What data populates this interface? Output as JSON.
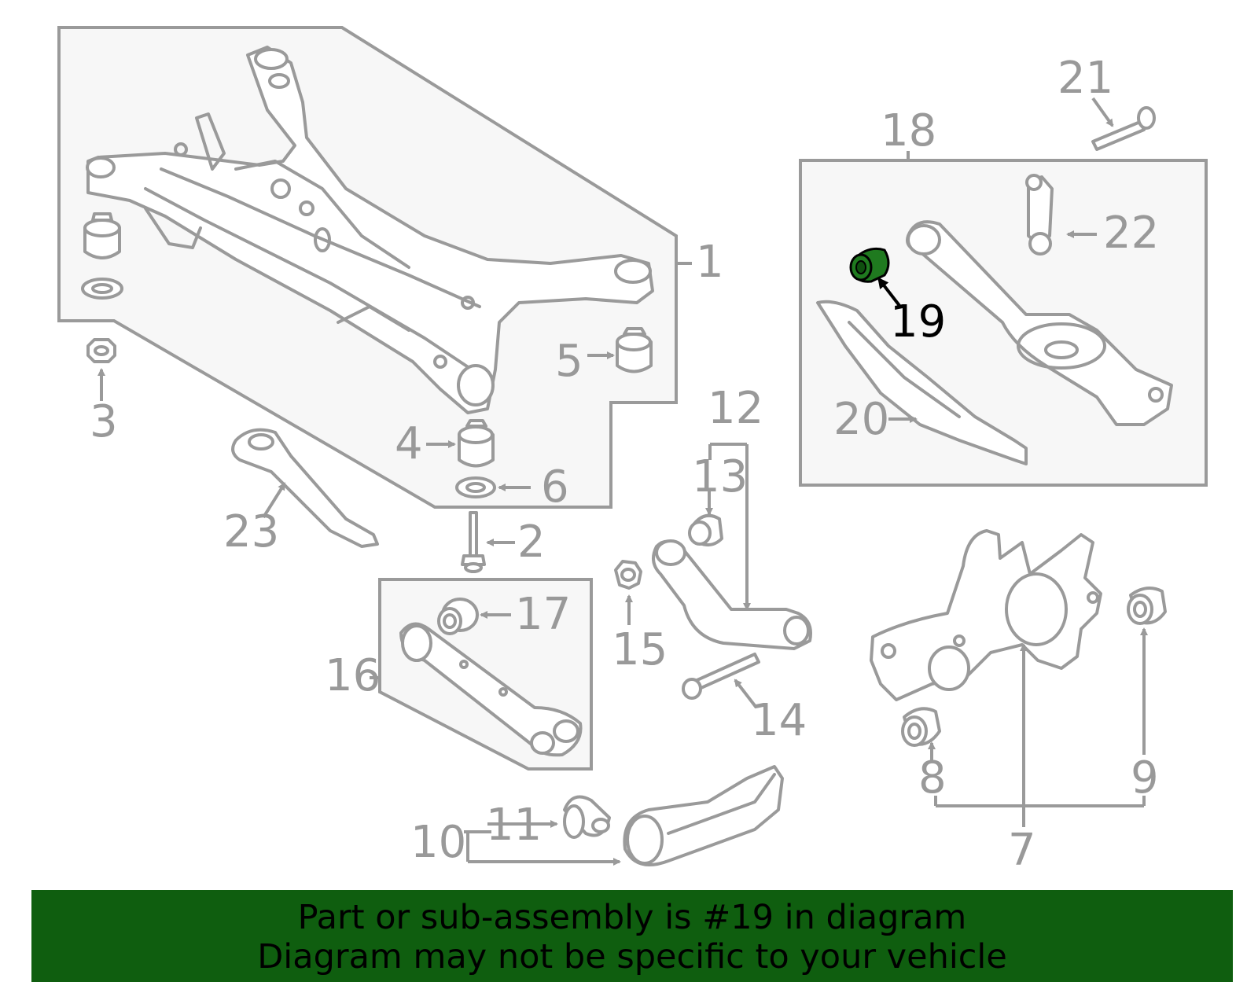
{
  "callouts": [
    "1",
    "2",
    "3",
    "4",
    "5",
    "6",
    "7",
    "8",
    "9",
    "10",
    "11",
    "12",
    "13",
    "14",
    "15",
    "16",
    "17",
    "18",
    "19",
    "20",
    "21",
    "22",
    "23"
  ],
  "highlighted_part": "19",
  "highlight_color": "#1f7a1f",
  "banner": {
    "line1": "Part or sub-assembly is #19 in diagram",
    "line2": "Diagram may not be specific to your vehicle",
    "background": "#0f5e0f"
  }
}
